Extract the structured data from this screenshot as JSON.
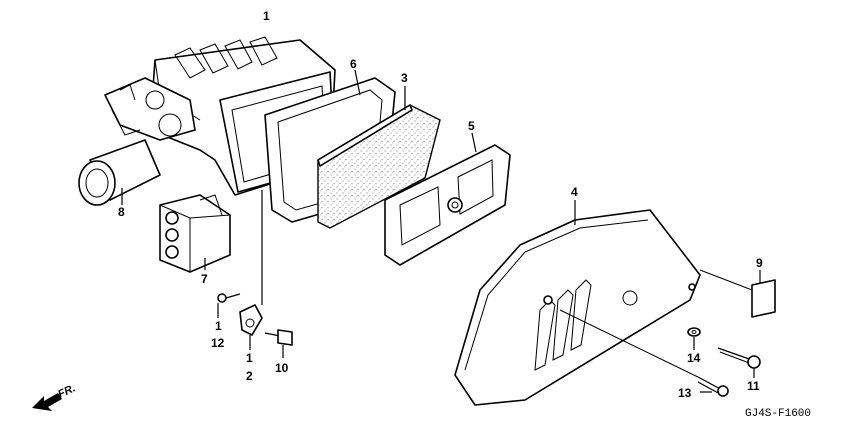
{
  "diagram": {
    "callouts": [
      {
        "id": "c1a",
        "text": "1"
      },
      {
        "id": "c6",
        "text": "6"
      },
      {
        "id": "c3",
        "text": "3"
      },
      {
        "id": "c5",
        "text": "5"
      },
      {
        "id": "c4",
        "text": "4"
      },
      {
        "id": "c8",
        "text": "8"
      },
      {
        "id": "c7",
        "text": "7"
      },
      {
        "id": "c9",
        "text": "9"
      },
      {
        "id": "c1b",
        "text": "1"
      },
      {
        "id": "c12",
        "text": "12"
      },
      {
        "id": "c1c",
        "text": "1"
      },
      {
        "id": "c2",
        "text": "2"
      },
      {
        "id": "c10",
        "text": "10"
      },
      {
        "id": "c14",
        "text": "14"
      },
      {
        "id": "c11",
        "text": "11"
      },
      {
        "id": "c13",
        "text": "13"
      }
    ],
    "front_indicator": "FR.",
    "drawing_code": "GJ4S-F1600"
  }
}
